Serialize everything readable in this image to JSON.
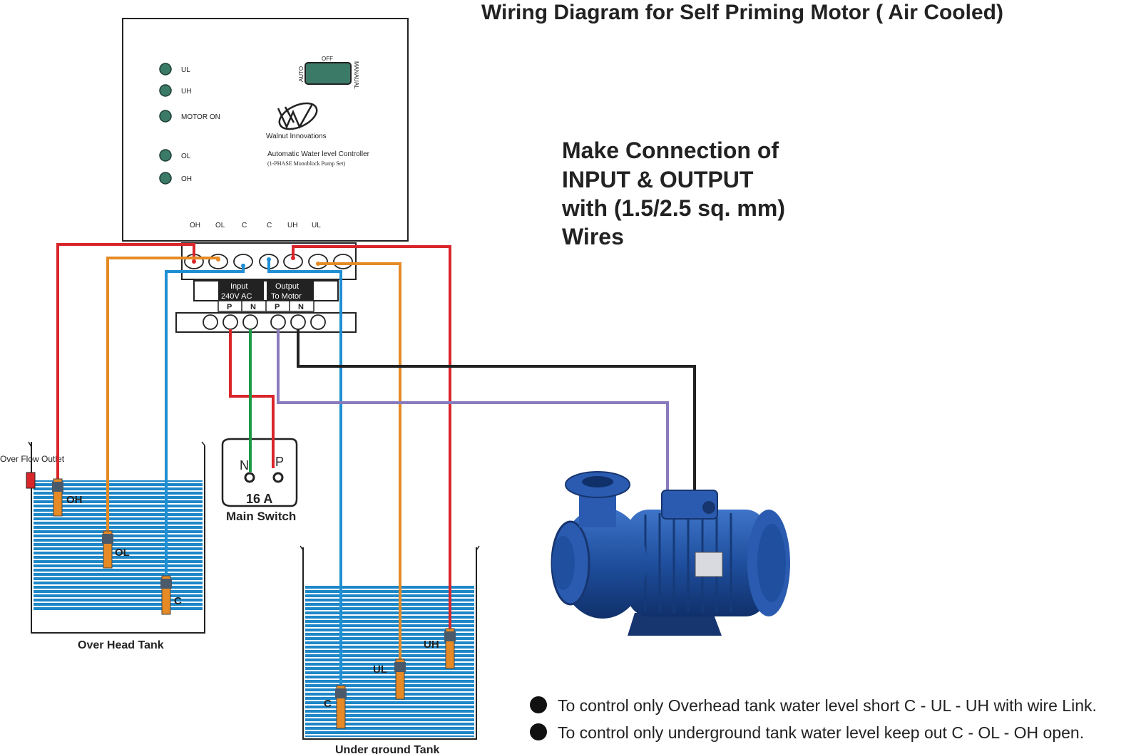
{
  "title": "Wiring Diagram for Self Priming Motor ( Air Cooled)",
  "instruction": {
    "line1": "Make Connection of",
    "line2": "INPUT & OUTPUT",
    "line3": "with (1.5/2.5 sq. mm)",
    "line4": "Wires"
  },
  "controller": {
    "leds": [
      "UL",
      "UH",
      "MOTOR ON",
      "OL",
      "OH"
    ],
    "switch": {
      "off": "OFF",
      "auto": "AUTO",
      "manual": "MANAUAL"
    },
    "brand": "Walnut Innovations",
    "product": "Automatic Water level Controller",
    "product_sub": "(1-PHASE Monoblock Pump Set)",
    "terminals": [
      "OH",
      "OL",
      "C",
      "C",
      "UH",
      "UL"
    ]
  },
  "terminal_block": {
    "input_line1": "Input",
    "input_line2": "240V AC",
    "output_line1": "Output",
    "output_line2": "To Motor",
    "pins": [
      "P",
      "N",
      "P",
      "N"
    ]
  },
  "main_switch": {
    "n": "N",
    "p": "P",
    "rating": "16 A",
    "label": "Main Switch"
  },
  "overhead_tank": {
    "label": "Over Head Tank",
    "overflow": "Over Flow Outlet",
    "sensors": [
      "OH",
      "OL",
      "C"
    ]
  },
  "underground_tank": {
    "label": "Under ground Tank",
    "sensors": [
      "C",
      "UL",
      "UH"
    ]
  },
  "notes": [
    "To control only Overhead tank water level short  C - UL - UH with wire Link.",
    "To control only underground tank water level keep out  C - OL - OH open."
  ],
  "colors": {
    "red": "#d9262b",
    "orange": "#e58a25",
    "blue": "#1f8fd3",
    "green": "#1c9a46",
    "purple": "#8a7bbd",
    "black": "#222222",
    "water": "#1e87c8",
    "led": "#3c7a68",
    "pump": "#1f4f9e"
  }
}
